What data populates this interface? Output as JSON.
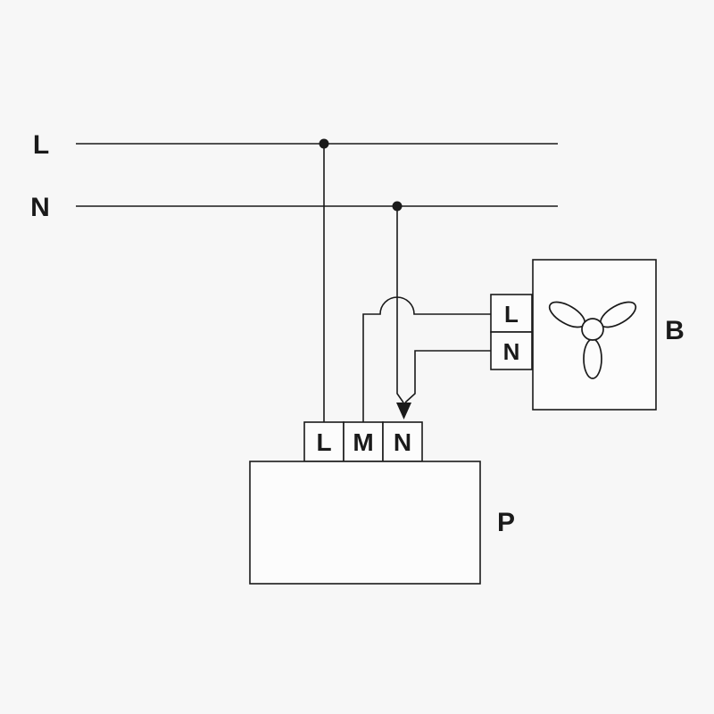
{
  "colors": {
    "background": "#f7f7f7",
    "line": "#1a1a1a",
    "box_fill": "#fcfcfc"
  },
  "labels": {
    "live_bus": "L",
    "neutral_bus": "N",
    "controller": "P",
    "fan_unit": "B"
  },
  "controller_terminals": [
    "L",
    "M",
    "N"
  ],
  "fan_terminals": [
    "L",
    "N"
  ],
  "icons": [
    "fan-icon",
    "down-arrow-icon",
    "junction-dot"
  ]
}
